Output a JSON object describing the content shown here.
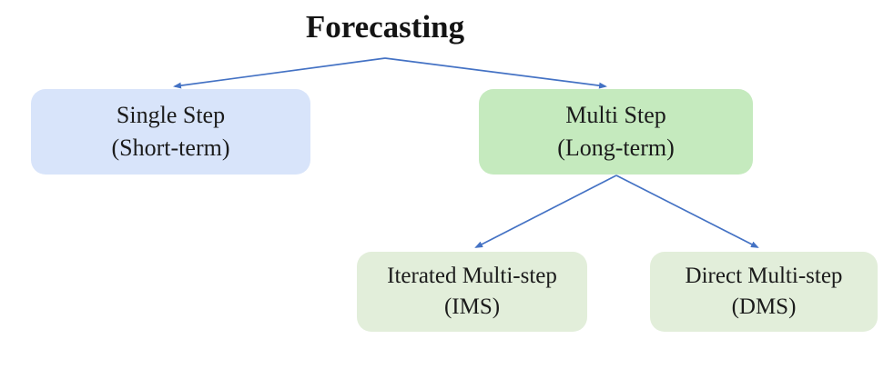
{
  "diagram": {
    "root": {
      "id": "forecasting",
      "label": "Forecasting"
    },
    "colors": {
      "arrow": "#4472C4",
      "single_step_fill": "#D8E4FA",
      "multi_step_fill": "#C5EABE",
      "substep_fill": "#E2EEDA",
      "text": "#1B1B1B",
      "background": "#FFFFFF"
    },
    "nodes": [
      {
        "id": "single-step",
        "line1": "Single Step",
        "line2": "(Short-term)",
        "fill": "#D8E4FA"
      },
      {
        "id": "multi-step",
        "line1": "Multi Step",
        "line2": "(Long-term)",
        "fill": "#C5EABE"
      },
      {
        "id": "iterated-multi-step",
        "line1": "Iterated Multi-step",
        "line2": "(IMS)",
        "fill": "#E2EEDA"
      },
      {
        "id": "direct-multi-step",
        "line1": "Direct Multi-step",
        "line2": "(DMS)",
        "fill": "#E2EEDA"
      }
    ],
    "edges": [
      {
        "from": "forecasting",
        "to": "single-step"
      },
      {
        "from": "forecasting",
        "to": "multi-step"
      },
      {
        "from": "multi-step",
        "to": "iterated-multi-step"
      },
      {
        "from": "multi-step",
        "to": "direct-multi-step"
      }
    ]
  }
}
